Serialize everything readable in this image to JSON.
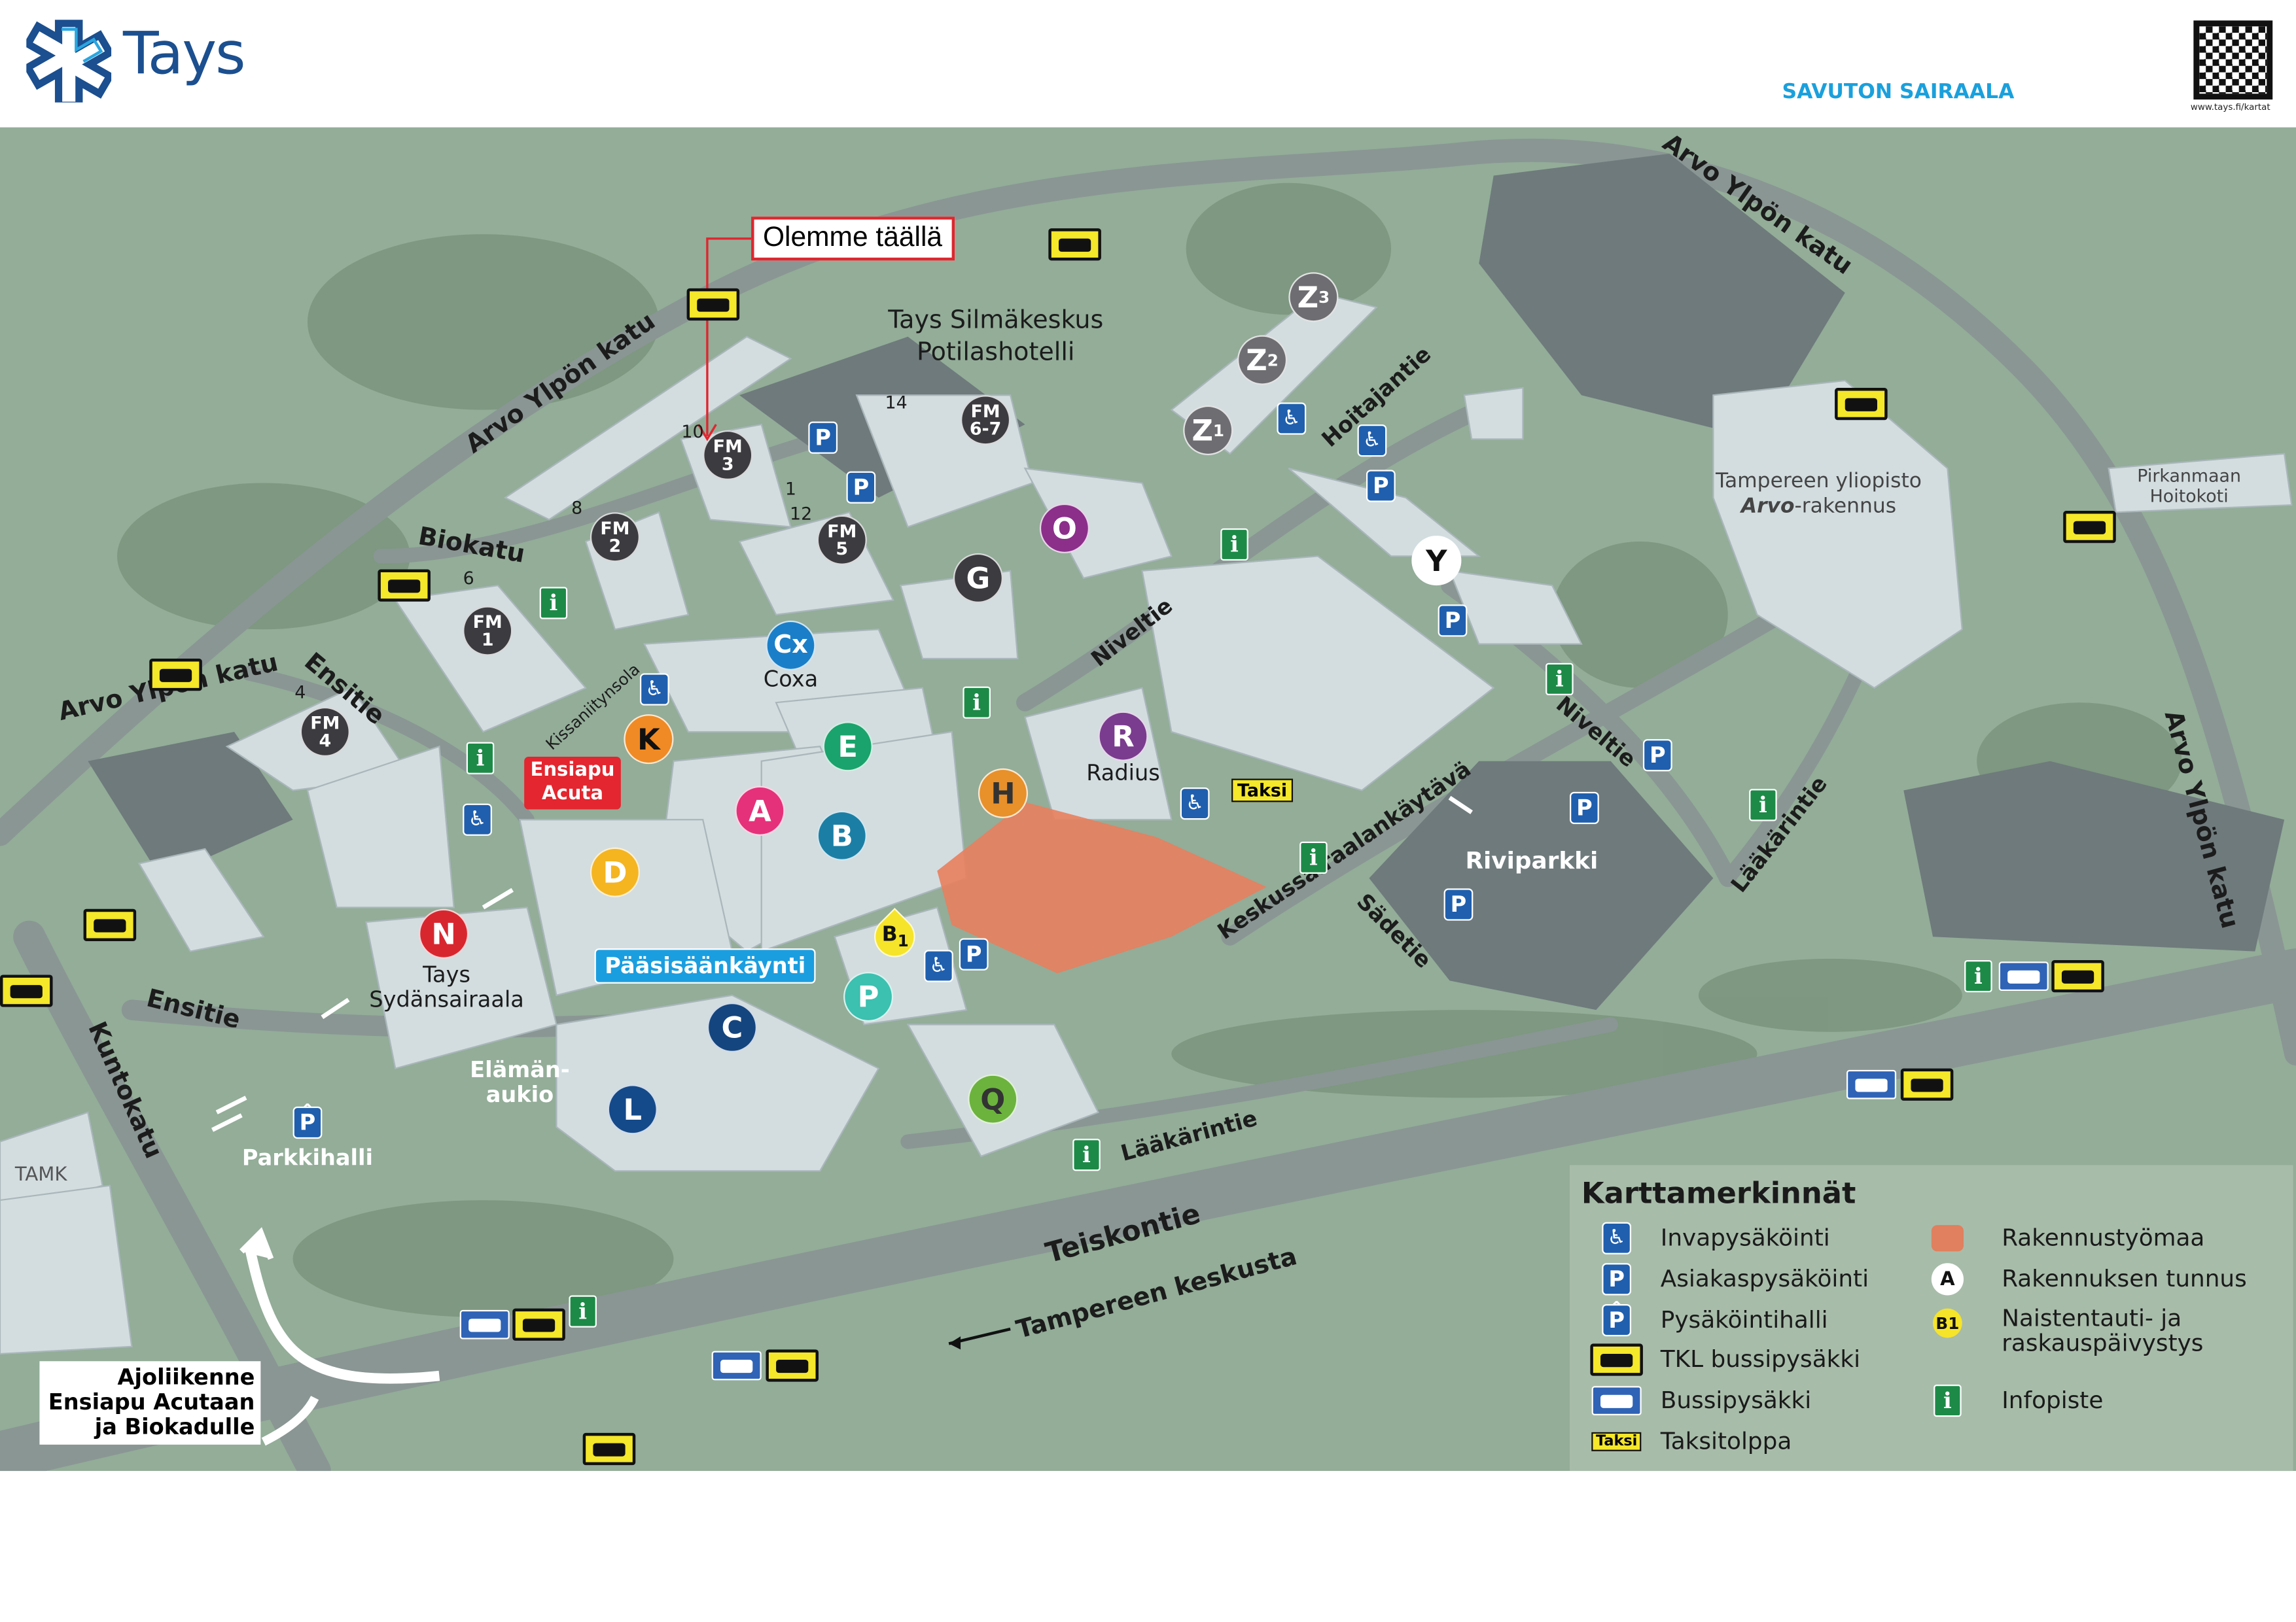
{
  "header": {
    "brand": "Tays",
    "tagline": "SAVUTON SAIRAALA",
    "qr_caption": "www.tays.fi/kartat"
  },
  "callouts": {
    "you_are_here": "Olemme täällä",
    "emergency": "Ensiapu Acuta",
    "main_entrance": "Pääsisäänkäynti",
    "taxi": "Taksi",
    "driving": [
      "Ajoliikenne",
      "Ensiapu Acutaan",
      "ja Biokadulle"
    ]
  },
  "buildings": {
    "fm3": [
      "FM",
      "3"
    ],
    "fm67": [
      "FM",
      "6-7"
    ],
    "fm2": [
      "FM",
      "2"
    ],
    "fm5": [
      "FM",
      "5"
    ],
    "fm1": [
      "FM",
      "1"
    ],
    "fm4": [
      "FM",
      "4"
    ],
    "O": "O",
    "G": "G",
    "Cx": "Cx",
    "K": "K",
    "E": "E",
    "A": "A",
    "B": "B",
    "H": "H",
    "R": "R",
    "D": "D",
    "N": "N",
    "C": "C",
    "P": "P",
    "L": "L",
    "Q": "Q",
    "Y": "Y",
    "Z": "Z",
    "z1": "1",
    "z2": "2",
    "z3": "3",
    "B1": "B",
    "b1sub": "1"
  },
  "places": {
    "silmakeskus": "Tays Silmäkeskus",
    "potilashotelli": "Potilashotelli",
    "coxa": "Coxa",
    "radius": "Radius",
    "sydansairaala1": "Tays",
    "sydansairaala2": "Sydänsairaala",
    "elaman1": "Elämän-",
    "elaman2": "aukio",
    "parkkihalli": "Parkkihalli",
    "riviparkki": "Riviparkki",
    "tamk": "TAMK",
    "yliopisto1": "Tampereen yliopisto",
    "yliopisto2a": "Arvo",
    "yliopisto2b": "-rakennus",
    "hoitokoti1": "Pirkanmaan",
    "hoitokoti2": "Hoitokoti"
  },
  "entrances": [
    "14",
    "10",
    "8",
    "6",
    "4",
    "1",
    "12"
  ],
  "roads": {
    "arvo": "Arvo Ylpön katu",
    "biokatu": "Biokatu",
    "ensitie": "Ensitie",
    "kissa": "Kissaniitynsola",
    "niveltie": "Niveltie",
    "hoitajantie": "Hoitajantie",
    "laakarintie": "Lääkärintie",
    "keskus": "Keskussairaalankäytävä",
    "sadetie": "Sädetie",
    "teiskontie": "Teiskontie",
    "keskusta": "Tampereen keskusta",
    "kuntokatu": "Kuntokatu"
  },
  "legend": {
    "title": "Karttamerkinnät",
    "items": [
      "Invapysäköinti",
      "Asiakaspysäköinti",
      "Pysäköintihalli",
      "TKL bussipysäkki",
      "Bussipysäkki",
      "Taksitolppa",
      "Rakennustyömaa",
      "Rakennuksen tunnus",
      "Naistentauti- ja",
      "raskauspäivystys",
      "Infopiste"
    ],
    "sample_letter": "A",
    "taxi_icon": "Taksi"
  },
  "colors": {
    "map_bg": "#93ad98",
    "road": "#8a9694",
    "construction": "#e8805e",
    "brand": "#1b4f8f",
    "accent": "#1aa0dc"
  }
}
